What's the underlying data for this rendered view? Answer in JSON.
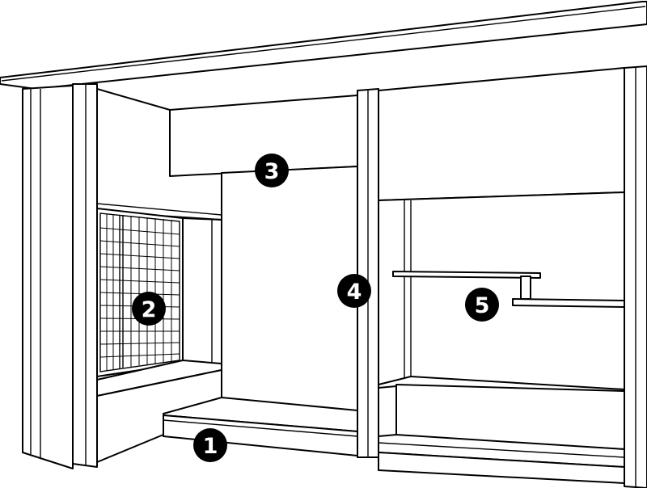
{
  "diagram": {
    "line_color": "#000000",
    "fill_color": "#ffffff",
    "markers": [
      {
        "id": "1",
        "label": "1"
      },
      {
        "id": "2",
        "label": "2"
      },
      {
        "id": "3",
        "label": "3"
      },
      {
        "id": "4",
        "label": "4"
      },
      {
        "id": "5",
        "label": "5"
      }
    ]
  }
}
